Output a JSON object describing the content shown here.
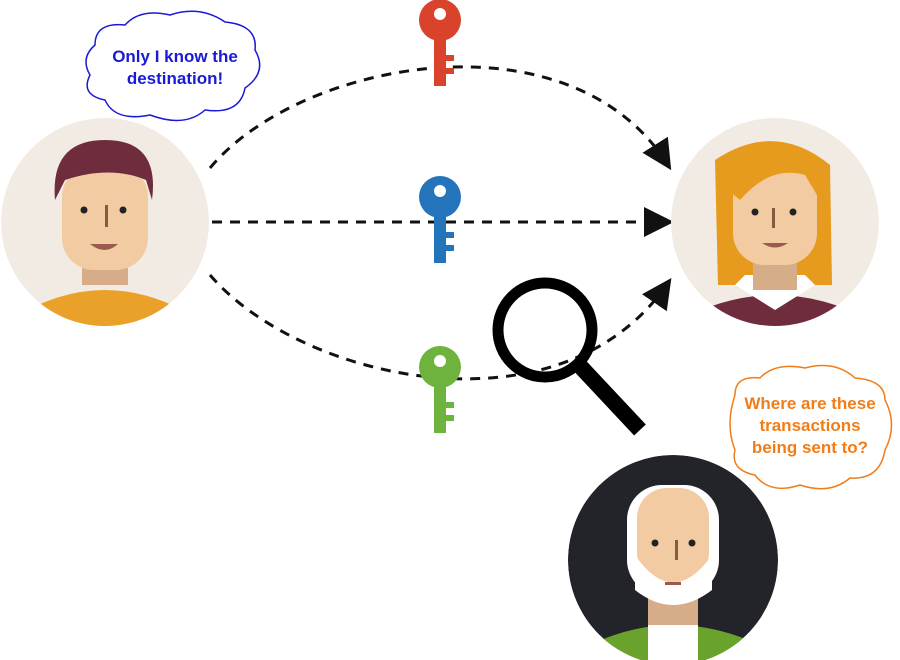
{
  "sender": {
    "role": "sender",
    "thought": [
      "Only I know the",
      "destination!"
    ],
    "thought_color": "#1a1ad6"
  },
  "receiver": {
    "role": "receiver"
  },
  "observer": {
    "role": "observer",
    "thought": [
      "Where are these",
      "transactions",
      "being sent to?"
    ],
    "thought_color": "#f07d1a"
  },
  "paths": [
    {
      "name": "top-path",
      "key_color": "#d9432b"
    },
    {
      "name": "middle-path",
      "key_color": "#2474bb"
    },
    {
      "name": "bottom-path",
      "key_color": "#6fb33f"
    }
  ]
}
